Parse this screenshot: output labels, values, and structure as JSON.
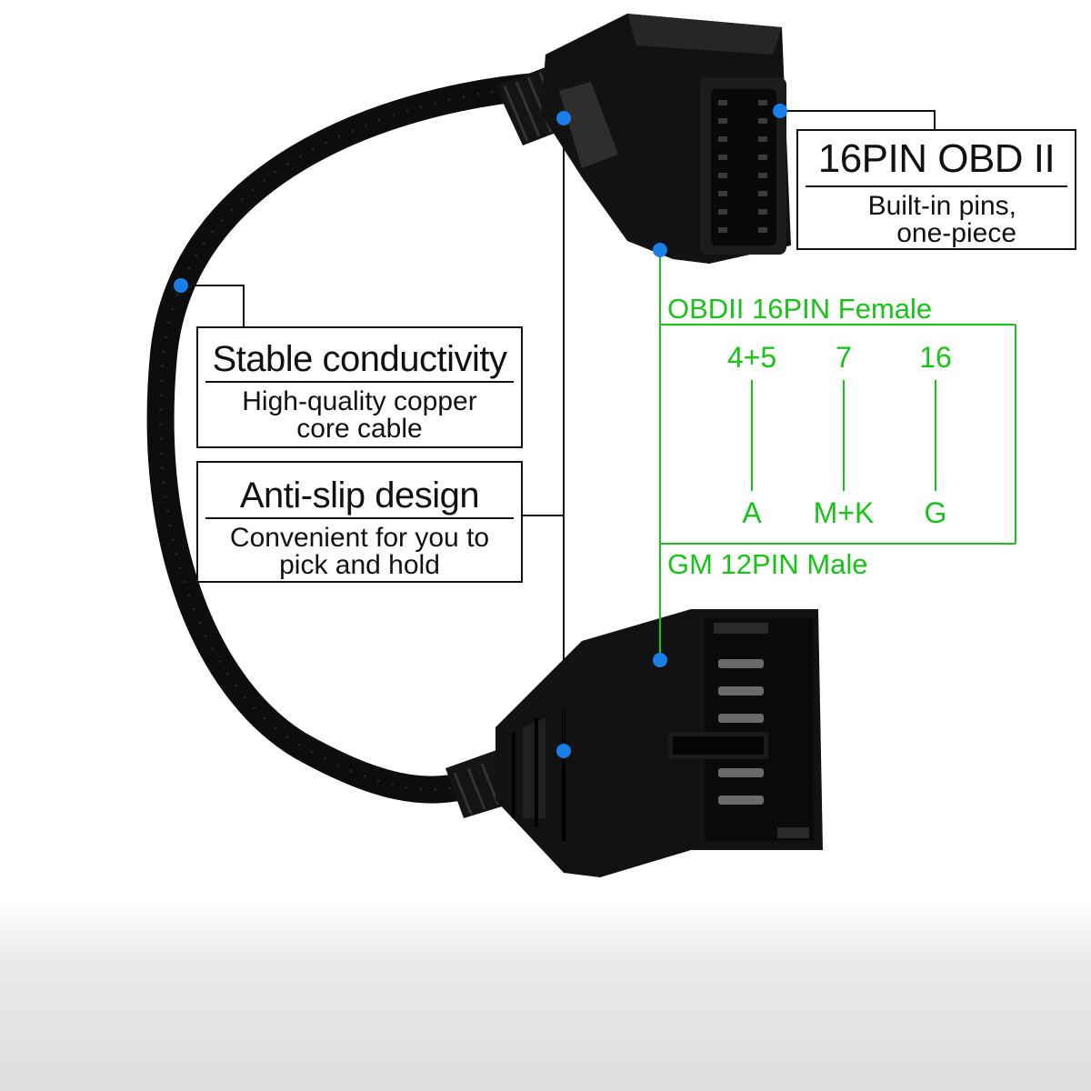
{
  "callouts": {
    "obd": {
      "title": "16PIN OBD II",
      "sub_line1": "Built-in pins,",
      "sub_line2": "one-piece"
    },
    "stable": {
      "title": "Stable conductivity",
      "sub_line1": "High-quality copper",
      "sub_line2": "core cable"
    },
    "antislip": {
      "title": "Anti-slip design",
      "sub_line1": "Convenient for you to",
      "sub_line2": "pick and hold"
    }
  },
  "pinout": {
    "top_label": "OBDII 16PIN Female",
    "bottom_label": "GM 12PIN Male",
    "top_pins": [
      "4+5",
      "7",
      "16"
    ],
    "bottom_pins": [
      "A",
      "M+K",
      "G"
    ]
  },
  "colors": {
    "pinout_green": "#19c419",
    "marker_blue": "#1a7fe6",
    "callout_line": "#111111",
    "cable_black": "#0d0d0d"
  }
}
